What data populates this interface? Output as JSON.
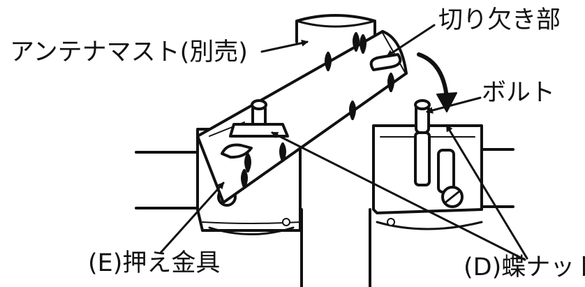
{
  "labels": {
    "mast": "アンテナマスト(別売)",
    "notch": "切り欠き部",
    "bolt": "ボルト",
    "clamp": "(E)押え金具",
    "wing_nut": "(D)蝶ナット"
  },
  "colors": {
    "ink": "#111111",
    "paper": "#ffffff"
  }
}
